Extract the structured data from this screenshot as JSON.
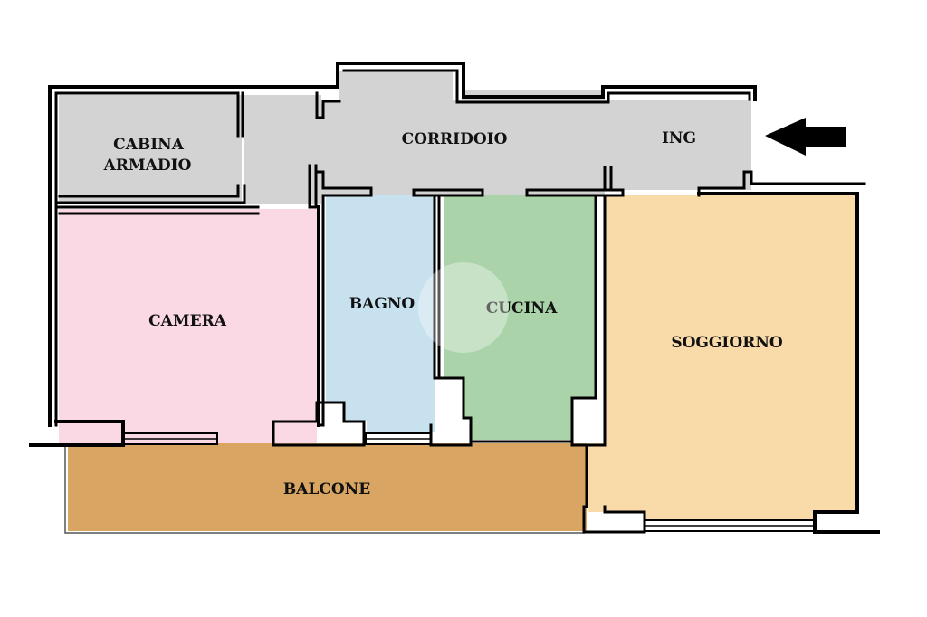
{
  "rooms": {
    "cabina_armadio": {
      "line1": "CABINA",
      "line2": "ARMADIO",
      "color": "#d3d3d3"
    },
    "disimpegno": {
      "color": "#d3d3d3"
    },
    "corridoio": {
      "label": "CORRIDOIO",
      "color": "#d3d3d3"
    },
    "ing": {
      "label": "ING",
      "color": "#d3d3d3"
    },
    "camera": {
      "label": "CAMERA",
      "color": "#fbd9e4"
    },
    "bagno": {
      "label": "BAGNO",
      "color": "#c8e1ef"
    },
    "cucina": {
      "label": "CUCINA",
      "color": "#abd3a9"
    },
    "soggiorno": {
      "label": "SOGGIORNO",
      "color": "#f8dba9"
    },
    "balcone": {
      "label": "BALCONE",
      "color": "#d8a562"
    }
  },
  "entrance_arrow": {
    "icon": "arrow-left-icon",
    "color": "#000000"
  },
  "wall_color": "#000000"
}
